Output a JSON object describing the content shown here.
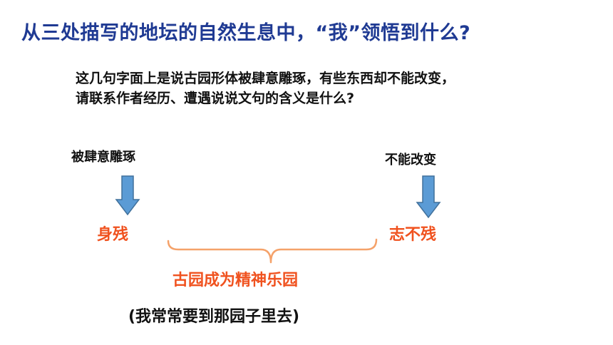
{
  "slide": {
    "title": "从三处描写的地坛的自然生息中，“我”领悟到什么?",
    "question_line1": "这几句字面上是说古园形体被肆意雕琢，有些东西却不能改变，",
    "question_line2": "请联系作者经历、遭遇说说文句的含义是什么?"
  },
  "diagram": {
    "left_label": "被肆意雕琢",
    "right_label": "不能改变",
    "left_result": "身残",
    "right_result": "志不残",
    "conclusion": "古园成为精神乐园",
    "note": "(我常常要到那园子里去)"
  },
  "colors": {
    "title": "#1f3a93",
    "accent": "#f0521f",
    "arrow_fill": "#5b9bd5",
    "arrow_stroke": "#41719c",
    "brace": "#f5a26a"
  }
}
